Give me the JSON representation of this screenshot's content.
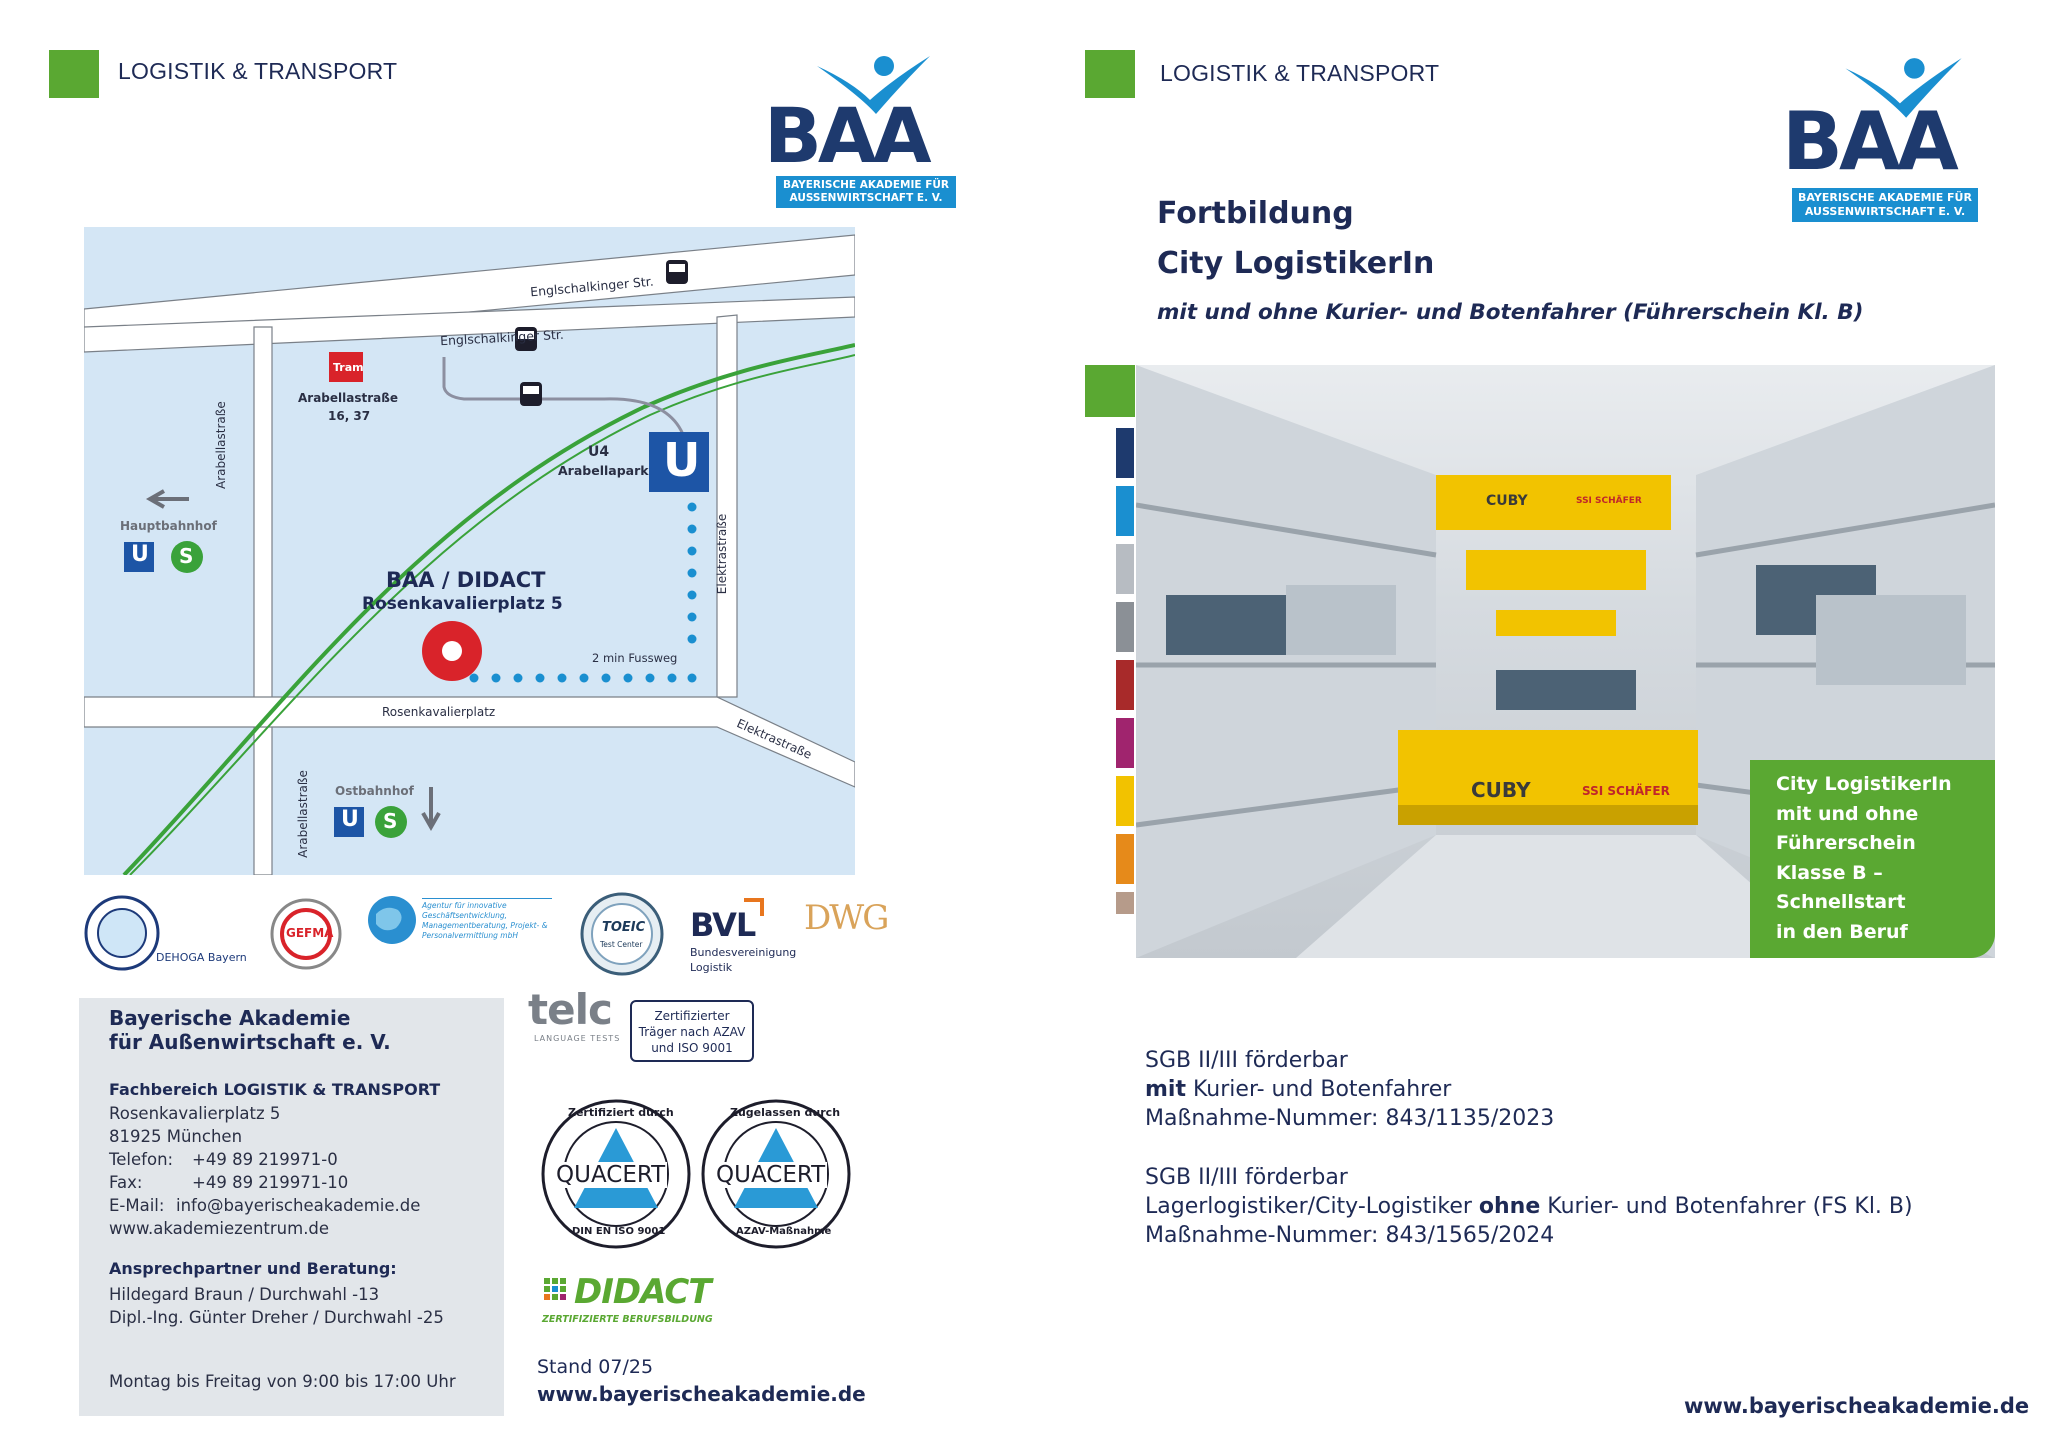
{
  "left": {
    "header": "LOGISTIK & TRANSPORT",
    "logo": {
      "word": "BAA",
      "line1": "BAYERISCHE AKADEMIE FÜR",
      "line2": "AUSSENWIRTSCHAFT E. V."
    },
    "map": {
      "street_top": "Englschalkinger Str.",
      "street_mid": "Englschalkinger Str.",
      "tram_badge": "Tram",
      "tram_stop": "Arabellastraße",
      "tram_lines": "16, 37",
      "u4_line": "U4",
      "u4_stop": "Arabellapark",
      "u_letter": "U",
      "s_letter": "S",
      "hbf": "Hauptbahnhof",
      "ostbf": "Ostbahnhof",
      "venue": "BAA / DIDACT",
      "venue_addr": "Rosenkavalierplatz 5",
      "walk": "2 min Fussweg",
      "street_rosen": "Rosenkavalierplatz",
      "street_arab_top": "Arabellastraße",
      "street_arab_bottom": "Arabellastraße",
      "street_elek_v": "Elektrastraße",
      "street_elek_d": "Elektrastraße"
    },
    "logos": {
      "dehoga": "DEHOGA Bayern",
      "gefma": "GEFMA",
      "iom_text": "Agentur für innovative Geschäftsentwicklung, Managementberatung, Projekt- & Personalvermittlung mbH",
      "toeic": "TOEIC",
      "toeic_sub": "Test Center",
      "bvl": "BVL",
      "bvl_sub1": "Bundesvereinigung",
      "bvl_sub2": "Logistik",
      "dwg": "DWG",
      "telc": "telc",
      "telc_sub": "LANGUAGE TESTS",
      "cert1": "Zertifizierter",
      "cert2": "Träger nach AZAV",
      "cert3": "und ISO 9001",
      "quacert": "QUACERT",
      "quacert1_ring_top": "Zertifiziert durch",
      "quacert1_ring_bottom": "DIN EN ISO 9001",
      "quacert2_ring_top": "Zugelassen durch",
      "quacert2_ring_bottom": "AZAV-Maßnahme",
      "didact": "DIDACT",
      "didact_sub": "ZERTIFIZIERTE BERUFSBILDUNG"
    },
    "address": {
      "org1": "Bayerische Akademie",
      "org2": "für Außenwirtschaft e. V.",
      "dept": "Fachbereich LOGISTIK & TRANSPORT",
      "street": "Rosenkavalierplatz 5",
      "city": "81925 München",
      "tel_label": "Telefon:",
      "tel": "+49 89 219971-0",
      "fax_label": "Fax:",
      "fax": "+49 89 219971-10",
      "mail_label": "E-Mail:",
      "mail": "info@bayerischeakademie.de",
      "web": "www.akademiezentrum.de",
      "contact_title": "Ansprechpartner und Beratung:",
      "contact1": "Hildegard Braun / Durchwahl -13",
      "contact2": "Dipl.-Ing. Günter Dreher / Durchwahl -25",
      "hours": "Montag bis Freitag von 9:00 bis 17:00 Uhr"
    },
    "stand": "Stand 07/25",
    "url": "www.bayerischeakademie.de"
  },
  "right": {
    "header": "LOGISTIK & TRANSPORT",
    "logo": {
      "word": "BAA",
      "line1": "BAYERISCHE AKADEMIE FÜR",
      "line2": "AUSSENWIRTSCHAFT E. V."
    },
    "title1": "Fortbildung",
    "title2": "City LogistikerIn",
    "subtitle": "mit und ohne Kurier- und Botenfahrer (Führerschein Kl. B)",
    "photo": {
      "brand": "CUBY",
      "maker": "SSI SCHÄFER"
    },
    "green_box": [
      "City LogistikerIn",
      "mit und ohne",
      "Führerschein",
      "Klasse B –",
      "Schnellstart",
      "in den Beruf"
    ],
    "stripe_colors": [
      "#1e3a6e",
      "#1a8fd0",
      "#b7bcc2",
      "#8b9096",
      "#a82a2a",
      "#a0246e",
      "#f2c200",
      "#e68a1a",
      "#b69b8a"
    ],
    "block1": {
      "line1": "SGB II/III förderbar",
      "bold2": "mit",
      "line2": " Kurier- und Botenfahrer",
      "line3": "Maßnahme-Nummer: 843/1135/2023"
    },
    "block2": {
      "line1": "SGB II/III förderbar",
      "line2a": "Lagerlogistiker/City-Logistiker ",
      "bold2": "ohne",
      "line2b": " Kurier- und Botenfahrer (FS Kl. B)",
      "line3": "Maßnahme-Nummer: 843/1565/2024"
    },
    "url": "www.bayerischeakademie.de"
  },
  "colors": {
    "green": "#5aa832",
    "navy": "#1e2a55",
    "blue": "#1a8fd0",
    "map_bg": "#d4e6f5"
  }
}
